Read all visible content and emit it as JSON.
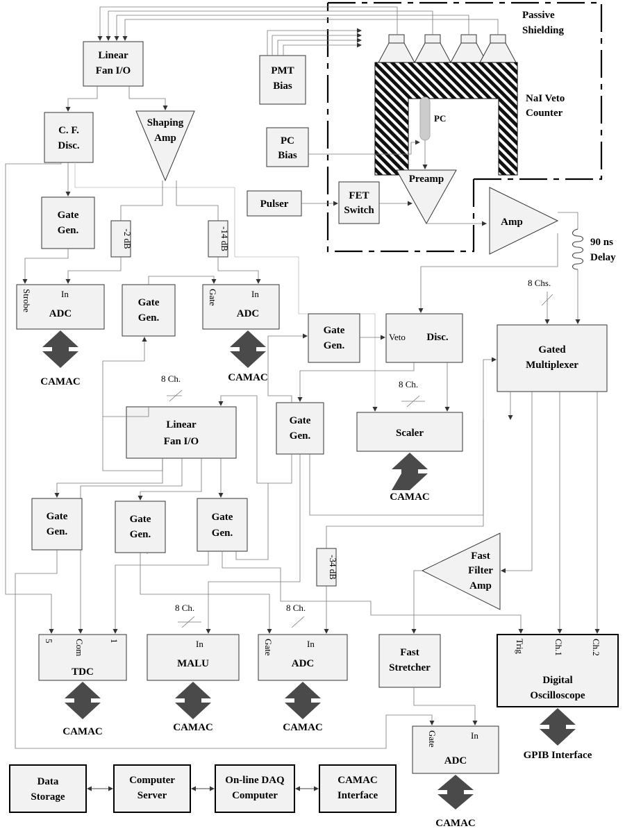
{
  "shielding": {
    "line1": "Passive",
    "line2": "Shielding"
  },
  "veto_counter": {
    "line1": "NaI Veto",
    "line2": "Counter"
  },
  "pmt_bias": {
    "line1": "PMT",
    "line2": "Bias"
  },
  "pc_bias": {
    "line1": "PC",
    "line2": "Bias"
  },
  "pc_label": "PC",
  "preamp": "Preamp",
  "pulser": "Pulser",
  "fet_switch": {
    "line1": "FET",
    "line2": "Switch"
  },
  "amp": "Amp",
  "delay": {
    "line1": "90 ns",
    "line2": "Delay"
  },
  "linear_fan_top": {
    "line1": "Linear",
    "line2": "Fan I/O"
  },
  "cf_disc": {
    "line1": "C. F.",
    "line2": "Disc."
  },
  "shaping_amp": {
    "line1": "Shaping",
    "line2": "Amp"
  },
  "gate_gen": {
    "line1": "Gate",
    "line2": "Gen."
  },
  "atten_2": "-2 dB",
  "atten_14": "-14 dB",
  "atten_34": "-34 dB",
  "adc": "ADC",
  "port_strobe": "Strobe",
  "port_in": "In",
  "port_gate": "Gate",
  "port_veto": "Veto",
  "disc": "Disc.",
  "camac": "CAMAC",
  "chs_8": "8 Chs.",
  "ch_8": "8 Ch.",
  "gated_mux": {
    "line1": "Gated",
    "line2": "Multiplexer"
  },
  "linear_fan_mid": {
    "line1": "Linear",
    "line2": "Fan I/O"
  },
  "scaler": "Scaler",
  "fast_filter_amp": {
    "line1": "Fast",
    "line2": "Filter",
    "line3": "Amp"
  },
  "tdc": "TDC",
  "tdc_ports": {
    "p5": "5",
    "com": "Com",
    "p1": "1"
  },
  "malu": "MALU",
  "fast_stretcher": {
    "line1": "Fast",
    "line2": "Stretcher"
  },
  "oscilloscope": {
    "line1": "Digital",
    "line2": "Oscilloscope",
    "trig": "Trig",
    "ch1": "Ch.1",
    "ch2": "Ch.2"
  },
  "gpib": "GPIB Interface",
  "data_storage": {
    "line1": "Data",
    "line2": "Storage"
  },
  "computer_server": {
    "line1": "Computer",
    "line2": "Server"
  },
  "online_daq": {
    "line1": "On-line DAQ",
    "line2": "Computer"
  },
  "camac_interface": {
    "line1": "CAMAC",
    "line2": "Interface"
  }
}
